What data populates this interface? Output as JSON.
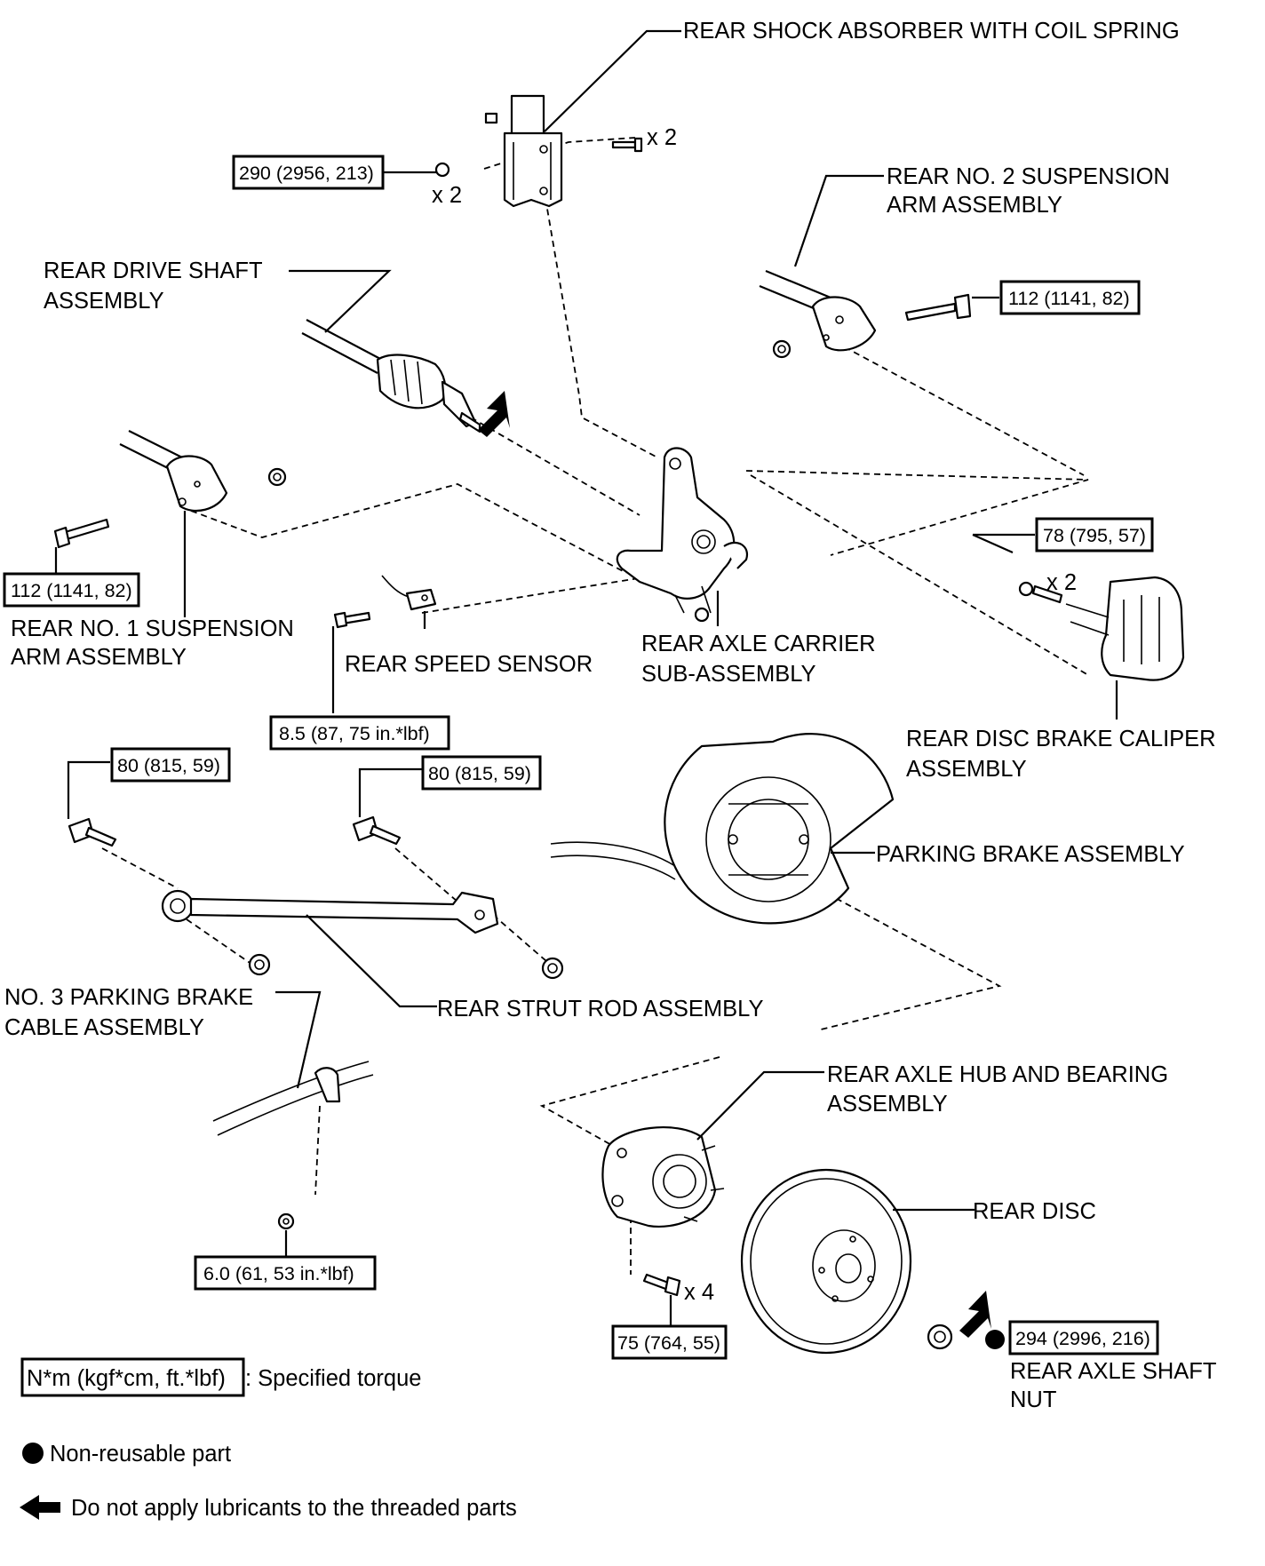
{
  "labels": {
    "shock_absorber": "REAR SHOCK ABSORBER WITH COIL SPRING",
    "no2_arm_l1": "REAR NO. 2 SUSPENSION",
    "no2_arm_l2": "ARM ASSEMBLY",
    "drive_shaft_l1": "REAR DRIVE SHAFT",
    "drive_shaft_l2": "ASSEMBLY",
    "no1_arm_l1": "REAR NO. 1 SUSPENSION",
    "no1_arm_l2": "ARM ASSEMBLY",
    "speed_sensor": "REAR SPEED SENSOR",
    "axle_carrier_l1": "REAR AXLE CARRIER",
    "axle_carrier_l2": "SUB-ASSEMBLY",
    "caliper_l1": "REAR DISC BRAKE CALIPER",
    "caliper_l2": "ASSEMBLY",
    "parking_brake": "PARKING BRAKE ASSEMBLY",
    "strut_rod": "REAR STRUT ROD ASSEMBLY",
    "no3_cable_l1": "NO. 3 PARKING BRAKE",
    "no3_cable_l2": "CABLE ASSEMBLY",
    "hub_bearing_l1": "REAR AXLE HUB AND BEARING",
    "hub_bearing_l2": "ASSEMBLY",
    "rear_disc": "REAR DISC",
    "shaft_nut_l1": "REAR AXLE SHAFT",
    "shaft_nut_l2": "NUT"
  },
  "quantities": {
    "shock_bolt": "x 2",
    "shock_nut": "x 2",
    "caliper_bolt": "x 2",
    "hub_bolt": "x 4"
  },
  "torques": {
    "shock": "290 (2956, 213)",
    "no2_arm": "112 (1141, 82)",
    "no1_arm": "112 (1141, 82)",
    "caliper": "78 (795, 57)",
    "speed_sensor": "8.5 (87, 75 in.*lbf)",
    "strut_left": "80 (815, 59)",
    "strut_right": "80 (815, 59)",
    "cable_clamp": "6.0 (61, 53 in.*lbf)",
    "hub": "75 (764, 55)",
    "shaft_nut": "294 (2996, 216)"
  },
  "legend": {
    "torque_unit": "N*m (kgf*cm, ft.*lbf)",
    "torque_desc": ": Specified torque",
    "non_reusable": "Non-reusable part",
    "no_lube": "Do not apply lubricants to the threaded parts"
  }
}
